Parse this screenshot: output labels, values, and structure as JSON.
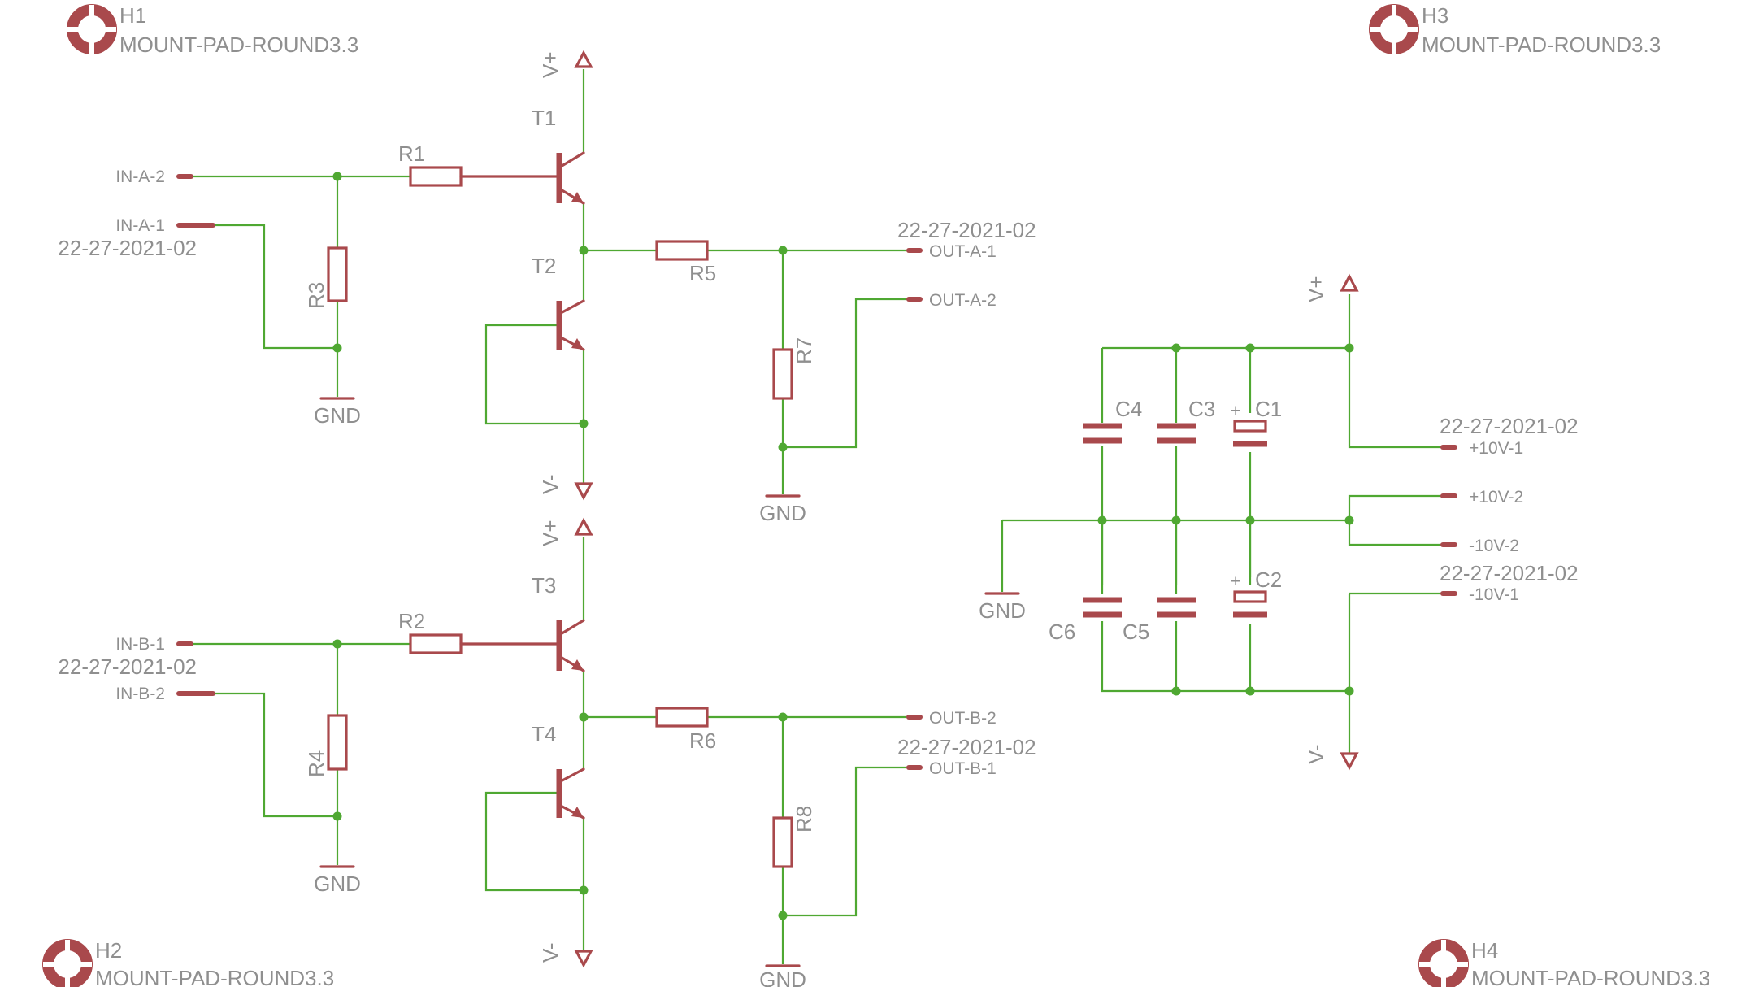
{
  "mount_pads": [
    {
      "name": "H1",
      "value": "MOUNT-PAD-ROUND3.3"
    },
    {
      "name": "H2",
      "value": "MOUNT-PAD-ROUND3.3"
    },
    {
      "name": "H3",
      "value": "MOUNT-PAD-ROUND3.3"
    },
    {
      "name": "H4",
      "value": "MOUNT-PAD-ROUND3.3"
    }
  ],
  "transistors": [
    "T1",
    "T2",
    "T3",
    "T4"
  ],
  "resistors": [
    "R1",
    "R2",
    "R3",
    "R4",
    "R5",
    "R6",
    "R7",
    "R8"
  ],
  "capacitors": [
    "C1",
    "C2",
    "C3",
    "C4",
    "C5",
    "C6"
  ],
  "connectors": {
    "in_a_2": "IN-A-2",
    "in_a_1": "IN-A-1",
    "in_b_1": "IN-B-1",
    "in_b_2": "IN-B-2",
    "out_a_1": "OUT-A-1",
    "out_a_2": "OUT-A-2",
    "out_b_2": "OUT-B-2",
    "out_b_1": "OUT-B-1",
    "p10v_1": "+10V-1",
    "p10v_2": "+10V-2",
    "m10v_2": "-10V-2",
    "m10v_1": "-10V-1"
  },
  "connector_part": "22-27-2021-02",
  "supplies": {
    "vplus": "V+",
    "vminus": "V-",
    "gnd": "GND"
  },
  "polarity_mark": "+"
}
